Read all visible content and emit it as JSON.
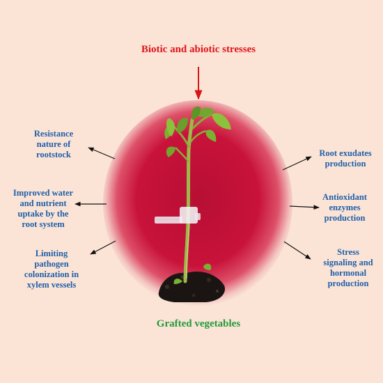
{
  "top_title": "Biotic and abiotic stresses",
  "bottom_title": "Grafted vegetables",
  "labels": {
    "resistance": [
      "Resistance",
      "nature of",
      "rootstock"
    ],
    "water": [
      "Improved water",
      "and nutrient",
      "uptake by the",
      "root system"
    ],
    "pathogen": [
      "Limiting",
      "pathogen",
      "colonization in",
      "xylem vessels"
    ],
    "root_exudates": [
      "Root exudates",
      "production"
    ],
    "antioxidant": [
      "Antioxidant",
      "enzymes",
      "production"
    ],
    "stress": [
      "Stress",
      "signaling and",
      "hormonal",
      "production"
    ]
  },
  "colors": {
    "background": "#fbe4d6",
    "top_title": "#e0141a",
    "bottom_title": "#1f9b3a",
    "labels": "#1f5fa8",
    "photo_background": "#c8123a",
    "arrow_red": "#d61616",
    "arrow_black": "#111111"
  }
}
